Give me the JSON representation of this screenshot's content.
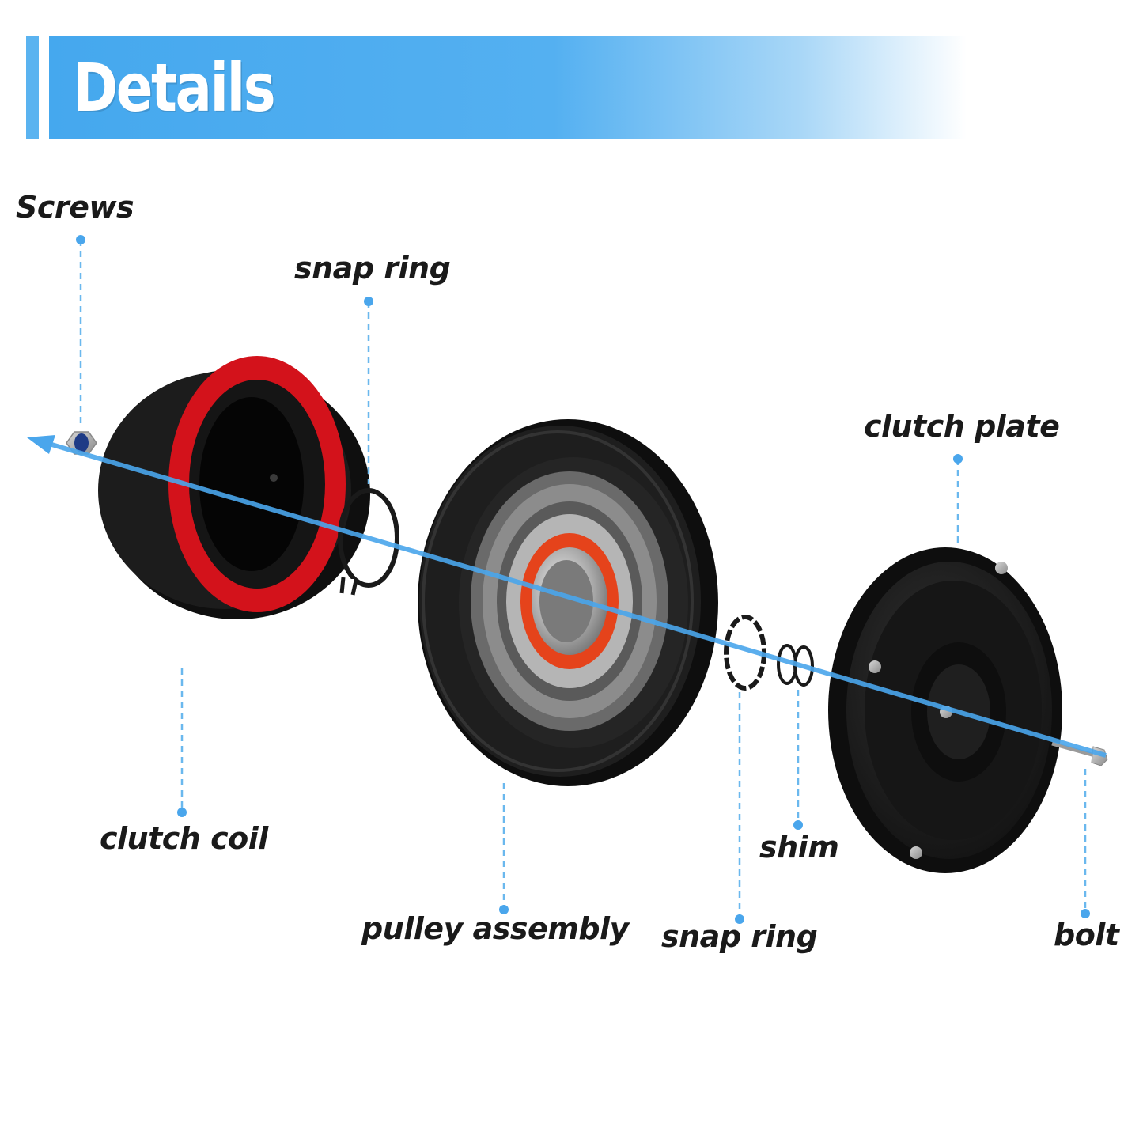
{
  "header": {
    "title": "Details"
  },
  "labels": {
    "screws": "Screws",
    "snap_ring_top": "snap ring",
    "clutch_plate": "clutch plate",
    "clutch_coil": "clutch coil",
    "pulley_assembly": "pulley assembly",
    "snap_ring_bottom": "snap ring",
    "shim": "shim",
    "bolt": "bolt"
  },
  "colors": {
    "accent": "#5ab3f0",
    "leader": "#6ab8ee",
    "coil_seal": "#d3121b",
    "bearing_seal": "#e5431b",
    "part_black": "#141414"
  }
}
